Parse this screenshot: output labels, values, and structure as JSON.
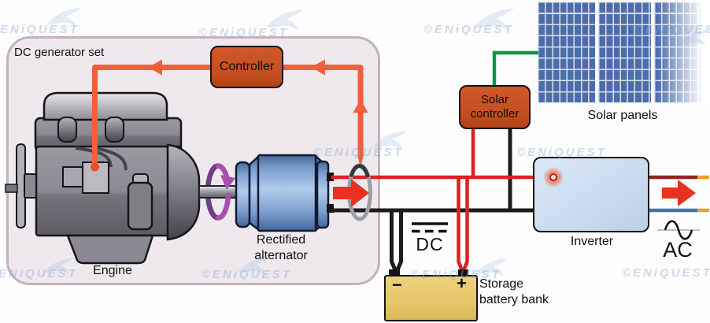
{
  "watermark_text": "©ENiQUEST",
  "generator_set": {
    "box_label": "DC generator set",
    "controller_label": "Controller",
    "engine_label": "Engine",
    "alternator_label_line1": "Rectified",
    "alternator_label_line2": "alternator"
  },
  "solar": {
    "controller_label_line1": "Solar",
    "controller_label_line2": "controller",
    "panels_label": "Solar panels"
  },
  "inverter": {
    "label": "Inverter"
  },
  "battery": {
    "label_line1": "Storage",
    "label_line2": "battery bank",
    "negative_terminal": "−",
    "positive_terminal": "+"
  },
  "symbols": {
    "dc_label": "DC",
    "ac_label": "AC"
  },
  "colors": {
    "wire_red": "#e02020",
    "wire_black": "#1c1c1c",
    "wire_green": "#0c9648",
    "wire_orange_control": "#f15f3c",
    "wire_maroon_ac": "#8a2a20",
    "wire_blue_ac": "#3576b8",
    "wire_tip_orange": "#f0a030",
    "controller_box_orange": "#c44e1f",
    "inverter_blue": "#cbdcf0",
    "battery_yellow": "#e5c668",
    "solar_panel_blue": "#4b6eab",
    "generator_box_bg": "#efe9ee",
    "rotation_purple": "#a94fae",
    "arrow_red": "#e8321e"
  }
}
